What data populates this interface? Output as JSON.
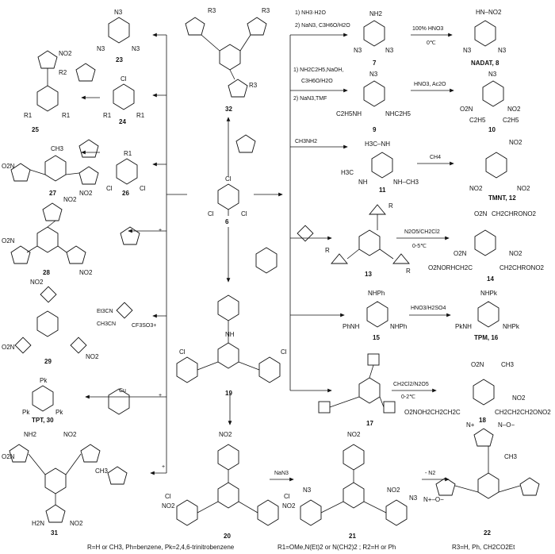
{
  "compounds": {
    "c23": {
      "num": "23",
      "subs": [
        "N3",
        "N3",
        "N3"
      ]
    },
    "c25": {
      "num": "25",
      "subs": [
        "NO2",
        "R2",
        "R1",
        "R1"
      ]
    },
    "c24": {
      "num": "24",
      "subs": [
        "Cl",
        "R1",
        "R1"
      ]
    },
    "c32": {
      "num": "32",
      "subs": [
        "R3",
        "R3",
        "R3"
      ]
    },
    "c7": {
      "num": "7",
      "subs": [
        "NH2",
        "N3",
        "N3"
      ]
    },
    "c8": {
      "num": "NADAT, 8",
      "subs": [
        "HN–NO2",
        "N3",
        "N3"
      ]
    },
    "c9": {
      "num": "9",
      "subs": [
        "N3",
        "C2H5NH",
        "NHC2H5"
      ]
    },
    "c10": {
      "num": "10",
      "subs": [
        "N3",
        "O2N",
        "NO2",
        "C2H5",
        "C2H5"
      ]
    },
    "c11": {
      "num": "11",
      "subs": [
        "H3C–NH",
        "H3C",
        "NH",
        "NH–CH3"
      ]
    },
    "c12": {
      "num": "TMNT, 12",
      "subs": [
        "NO2",
        "NO2",
        "NO2"
      ]
    },
    "c27": {
      "num": "27",
      "subs": [
        "CH3",
        "O2N",
        "NO2"
      ]
    },
    "c26": {
      "num": "26",
      "subs": [
        "R1",
        "Cl",
        "Cl"
      ]
    },
    "c6": {
      "num": "6",
      "subs": [
        "Cl",
        "Cl",
        "Cl"
      ]
    },
    "c28": {
      "num": "28",
      "subs": [
        "NO2",
        "O2N",
        "NO2"
      ]
    },
    "c13": {
      "num": "13",
      "subs": [
        "R",
        "R",
        "R"
      ]
    },
    "c14": {
      "num": "14",
      "subs": [
        "O2N",
        "CH2CHRONO2",
        "O2N",
        "NO2",
        "O2NORHCH2C",
        "CH2CHRONO2"
      ]
    },
    "c29": {
      "num": "29",
      "subs": [
        "NO2",
        "O2N",
        "NO2"
      ]
    },
    "c15": {
      "num": "15",
      "subs": [
        "NHPh",
        "PhNH",
        "NHPh"
      ]
    },
    "c16": {
      "num": "TPM, 16",
      "subs": [
        "NHPk",
        "PkNH",
        "NHPk"
      ]
    },
    "c19": {
      "num": "19",
      "subs": [
        "Cl",
        "Cl",
        "NH"
      ]
    },
    "c30": {
      "num": "TPT, 30",
      "subs": [
        "Pk",
        "Pk",
        "Pk"
      ]
    },
    "c17": {
      "num": "17",
      "subs": []
    },
    "c18": {
      "num": "18",
      "subs": [
        "O2N",
        "CH3",
        "NO2",
        "O2NOH2CH2CH2C",
        "CH2CH2CH2ONO2"
      ]
    },
    "c31": {
      "num": "31",
      "subs": [
        "NH2",
        "NO2",
        "O2N",
        "CH3",
        "H2N",
        "NO2"
      ]
    },
    "c20": {
      "num": "20",
      "subs": [
        "NO2",
        "Cl",
        "NO2",
        "Cl",
        "NO2"
      ]
    },
    "c21": {
      "num": "21",
      "subs": [
        "NO2",
        "N3",
        "NO2",
        "N3"
      ]
    },
    "c22": {
      "num": "22",
      "subs": [
        "N+",
        "N–O−",
        "CH3",
        "N+–O−"
      ]
    }
  },
  "reagents": {
    "r7a": "1) NH3·H2O",
    "r7b": "2) NaN3, C3H6O/H2O",
    "r8": "100% HNO3",
    "r8b": "0℃",
    "r9a": "1) NH2C2H5,NaOH,",
    "r9b": "C3H6O/H2O",
    "r9c": "2) NaN3,TMF",
    "r10": "HNO3, Ac2O",
    "r11": "CH3NH2",
    "r12": "CH4",
    "r14a": "N2O5/CH2Cl2",
    "r14b": "0-5℃",
    "r16": "HNO3/H2SO4",
    "r18a": "CH2Cl2/N2O5",
    "r18b": "0-2℃",
    "r21": "NaN3",
    "r22": "- N2",
    "r29a": "Et3CN",
    "r29b": "CH3CN",
    "r29c": "CF3SO3+",
    "r30": "Cu",
    "plus": "+"
  },
  "footnotes": {
    "f1": "R=H or CH3, Ph=benzene, Pk=2,4,6-trinitrobenzene",
    "f2": "R1=OMe,N(Et)2 or N(CH2)2 ; R2=H or Ph",
    "f3": "R3=H, Ph, CH2CO2Et"
  }
}
